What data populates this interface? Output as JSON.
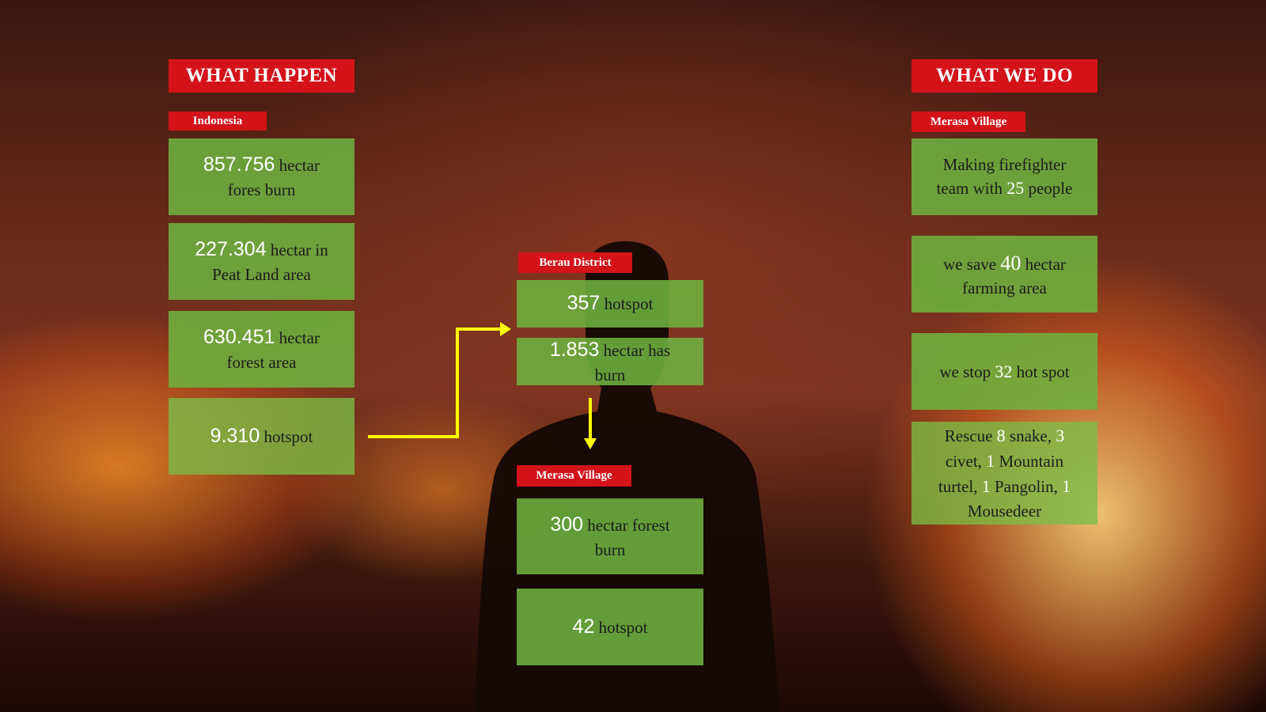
{
  "left": {
    "header": "WHAT HAPPEN",
    "tag": "Indonesia",
    "boxes": [
      {
        "num": "857.756",
        "text_a": "hectar",
        "text_b": "fores burn"
      },
      {
        "num": "227.304",
        "text_a": "hectar in",
        "text_b": "Peat Land area"
      },
      {
        "num": "630.451",
        "text_a": "hectar",
        "text_b": "forest area"
      },
      {
        "num": "9.310",
        "text_a": "hotspot"
      }
    ]
  },
  "middle": {
    "district_tag": "Berau District",
    "district_boxes": [
      {
        "num": "357",
        "text_a": "hotspot"
      },
      {
        "num": "1.853",
        "text_a": "hectar has",
        "text_b": "burn"
      }
    ],
    "village_tag": "Merasa Village",
    "village_boxes": [
      {
        "num": "300",
        "text_a": "hectar forest",
        "text_b": "burn"
      },
      {
        "num": "42",
        "text_a": "hotspot"
      }
    ]
  },
  "right": {
    "header": "WHAT WE DO",
    "tag": "Merasa Village",
    "box1": {
      "line1": "Making firefighter",
      "pre": "team with",
      "num": "25",
      "post": "people"
    },
    "box2": {
      "pre": "we save",
      "num": "40",
      "post": "hectar",
      "line2": "farming area"
    },
    "box3": {
      "pre": "we stop",
      "num": "32",
      "post": "hot spot"
    },
    "box4": {
      "t1": "Rescue",
      "n1": "8",
      "t2": "snake,",
      "n2": "3",
      "t3": "civet,",
      "n3": "1",
      "t4": "Mountain",
      "t5": "turtel,",
      "n4": "1",
      "t6": "Pangolin,",
      "n5": "1",
      "t7": "Mousedeer"
    }
  },
  "colors": {
    "header_red": "#d4121a",
    "box_green": "#6eb040",
    "arrow_yellow": "#ffff00"
  },
  "icons": [
    "arrow-right-icon",
    "arrow-down-icon"
  ]
}
